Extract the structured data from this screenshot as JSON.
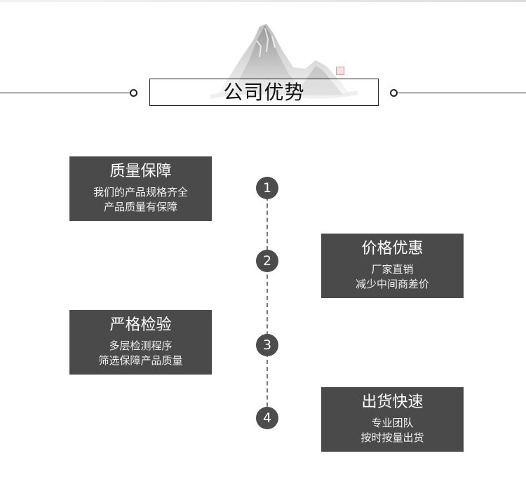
{
  "header": {
    "title": "公司优势"
  },
  "steps": [
    {
      "number": "1",
      "title": "质量保障",
      "line1": "我们的产品规格齐全",
      "line2": "产品质量有保障"
    },
    {
      "number": "2",
      "title": "价格优惠",
      "line1": "厂家直销",
      "line2": "减少中间商差价"
    },
    {
      "number": "3",
      "title": "严格检验",
      "line1": "多层检测程序",
      "line2": "筛选保障产品质量"
    },
    {
      "number": "4",
      "title": "出货快速",
      "line1": "专业团队",
      "line2": "按时按量出货"
    }
  ],
  "colors": {
    "card": "#4a4a4a",
    "badge": "#4c4c4c",
    "line": "#222222"
  }
}
